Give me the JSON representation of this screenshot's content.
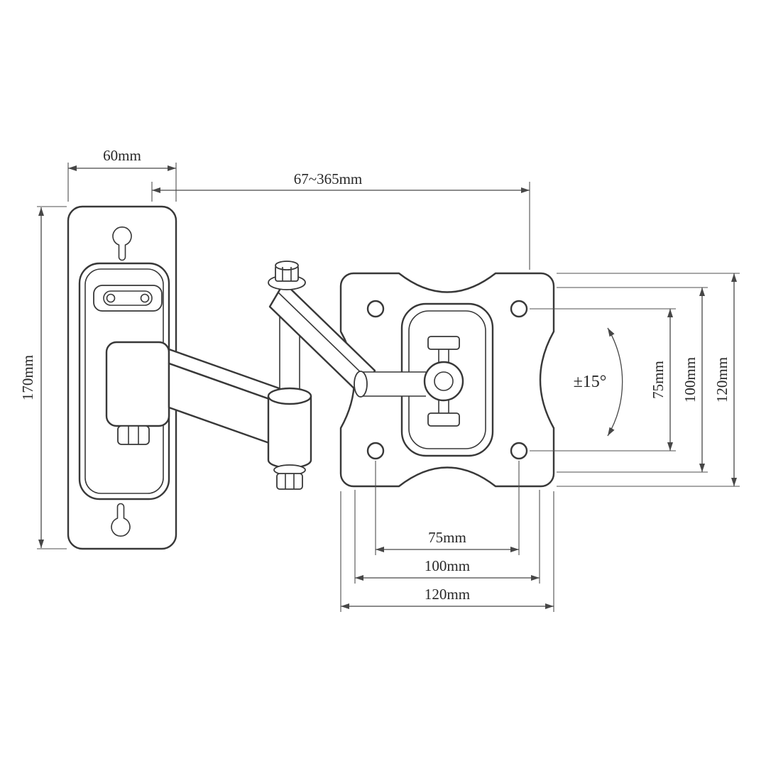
{
  "diagram": {
    "subject": "articulating-tv-wall-mount-technical-drawing",
    "dims": {
      "wall_width": "60mm",
      "extension_range": "67~365mm",
      "wall_height": "170mm",
      "tilt": "±15°",
      "right_75": "75mm",
      "right_100": "100mm",
      "right_120": "120mm",
      "bottom_75": "75mm",
      "bottom_100": "100mm",
      "bottom_120": "120mm"
    },
    "colors": {
      "drawing_line": "#383838",
      "dimension_line": "#474747",
      "background": "#ffffff"
    }
  }
}
